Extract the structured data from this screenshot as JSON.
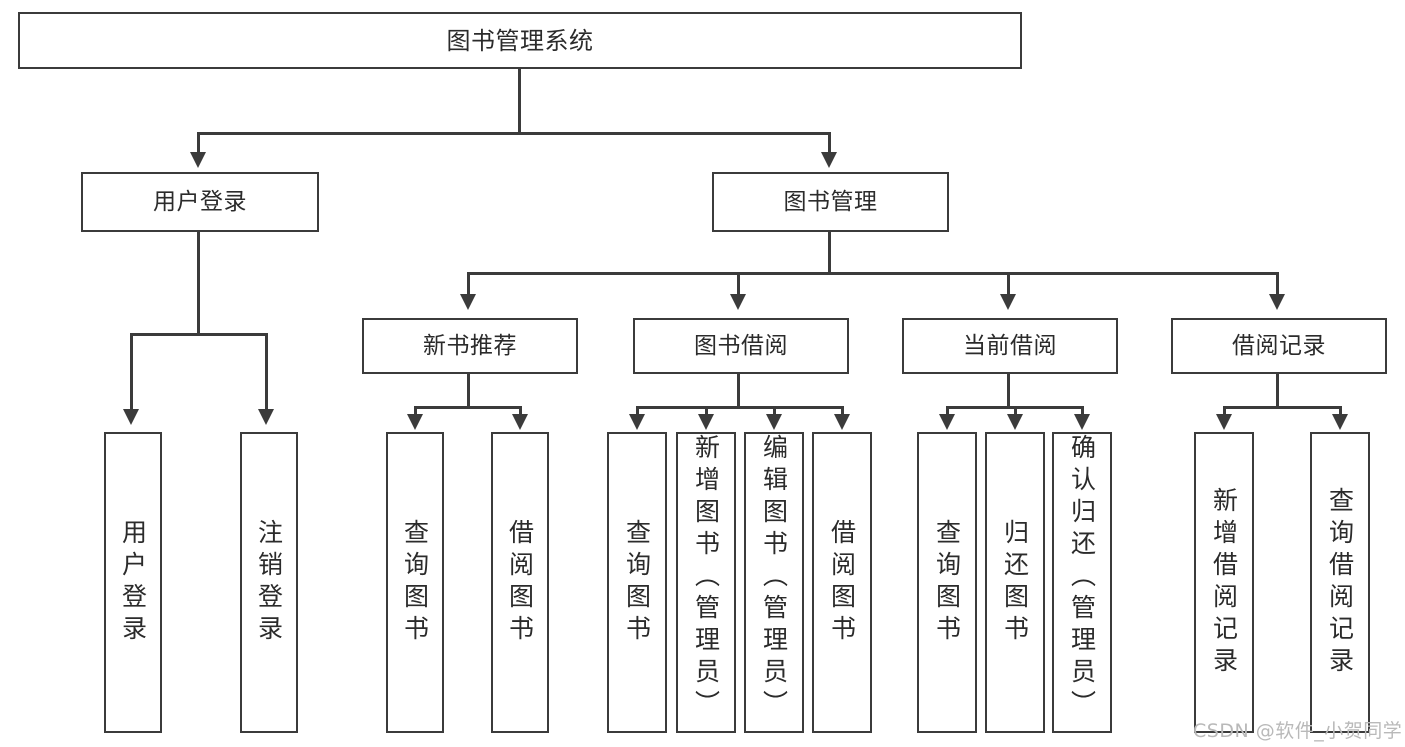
{
  "diagram": {
    "title": "图书管理系统",
    "type": "tree-hierarchy-diagram",
    "colors": {
      "stroke": "#3b3b3b",
      "fill": "#ffffff",
      "text": "#2b2b2b",
      "watermark": "#b9b9b9"
    },
    "nodes": {
      "root": {
        "label": "图书管理系统"
      },
      "level2": [
        {
          "id": "user-login",
          "label": "用户登录"
        },
        {
          "id": "book-management",
          "label": "图书管理"
        }
      ],
      "level3": [
        {
          "id": "new-book-recommend",
          "label": "新书推荐"
        },
        {
          "id": "book-borrow",
          "label": "图书借阅"
        },
        {
          "id": "current-borrow",
          "label": "当前借阅"
        },
        {
          "id": "borrow-record",
          "label": "借阅记录"
        }
      ],
      "leaves": [
        {
          "id": "leaf-user-login",
          "label": "用户登录",
          "parent": "user-login"
        },
        {
          "id": "leaf-user-logout",
          "label": "注销登录",
          "parent": "user-login"
        },
        {
          "id": "leaf-query-book-1",
          "label": "查询图书",
          "parent": "new-book-recommend"
        },
        {
          "id": "leaf-borrow-book-1",
          "label": "借阅图书",
          "parent": "new-book-recommend"
        },
        {
          "id": "leaf-query-book-2",
          "label": "查询图书",
          "parent": "book-borrow"
        },
        {
          "id": "leaf-add-book",
          "label": "新增图书（管理员）",
          "parent": "book-borrow"
        },
        {
          "id": "leaf-edit-book",
          "label": "编辑图书（管理员）",
          "parent": "book-borrow"
        },
        {
          "id": "leaf-borrow-book-2",
          "label": "借阅图书",
          "parent": "book-borrow"
        },
        {
          "id": "leaf-query-book-3",
          "label": "查询图书",
          "parent": "current-borrow"
        },
        {
          "id": "leaf-return-book",
          "label": "归还图书",
          "parent": "current-borrow"
        },
        {
          "id": "leaf-confirm-return",
          "label": "确认归还（管理员）",
          "parent": "current-borrow"
        },
        {
          "id": "leaf-add-record",
          "label": "新增借阅记录",
          "parent": "borrow-record"
        },
        {
          "id": "leaf-query-record",
          "label": "查询借阅记录",
          "parent": "borrow-record"
        }
      ]
    },
    "watermark": "CSDN @软件_小贺同学"
  }
}
